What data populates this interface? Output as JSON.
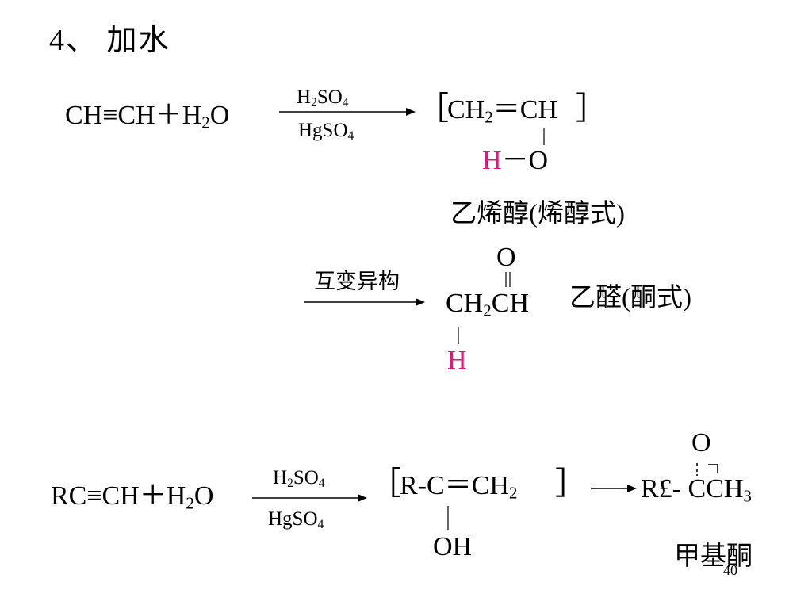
{
  "colors": {
    "accent": "#e0187a",
    "text": "#000000",
    "background": "#ffffff"
  },
  "title": "4、 加水",
  "reaction1": {
    "reactants_pre": "CH≡CH＋H",
    "reactants_sub": "2",
    "reactants_post": "O",
    "reagent_top_pre": "H",
    "reagent_top_sub1": "2",
    "reagent_top_mid": "SO",
    "reagent_top_sub2": "4",
    "reagent_bottom_pre": "HgSO",
    "reagent_bottom_sub": "4",
    "bracket_open": "［",
    "bracket_close": "］",
    "product_ch2": "CH",
    "product_ch2_sub": "2",
    "product_double": "＝CH",
    "oh_h": "H",
    "oh_o": "－O",
    "enol_caption": "乙烯醇(烯醇式)"
  },
  "tautomerism": {
    "label": "互变异构",
    "carbonyl_o": "O",
    "aldehyde_pre": "CH",
    "aldehyde_sub": "2",
    "aldehyde_post": "CH",
    "h_mark": "H",
    "caption": "乙醛(酮式)"
  },
  "reaction2": {
    "reactants_pre": "RC≡CH＋H",
    "reactants_sub": "2",
    "reactants_post": "O",
    "reagent_top_pre": "H",
    "reagent_top_sub1": "2",
    "reagent_top_mid": "SO",
    "reagent_top_sub2": "4",
    "reagent_bottom_pre": "HgSO",
    "reagent_bottom_sub": "4",
    "bracket_open": "［",
    "bracket_close": "］",
    "intermediate_pre": "R-C＝CH",
    "intermediate_sub": "2",
    "oh": "OH",
    "ketone_o": "O",
    "ketone_pre": "R£- CCH",
    "ketone_sub": "3",
    "caption": "甲基酮"
  },
  "page_number": "40"
}
